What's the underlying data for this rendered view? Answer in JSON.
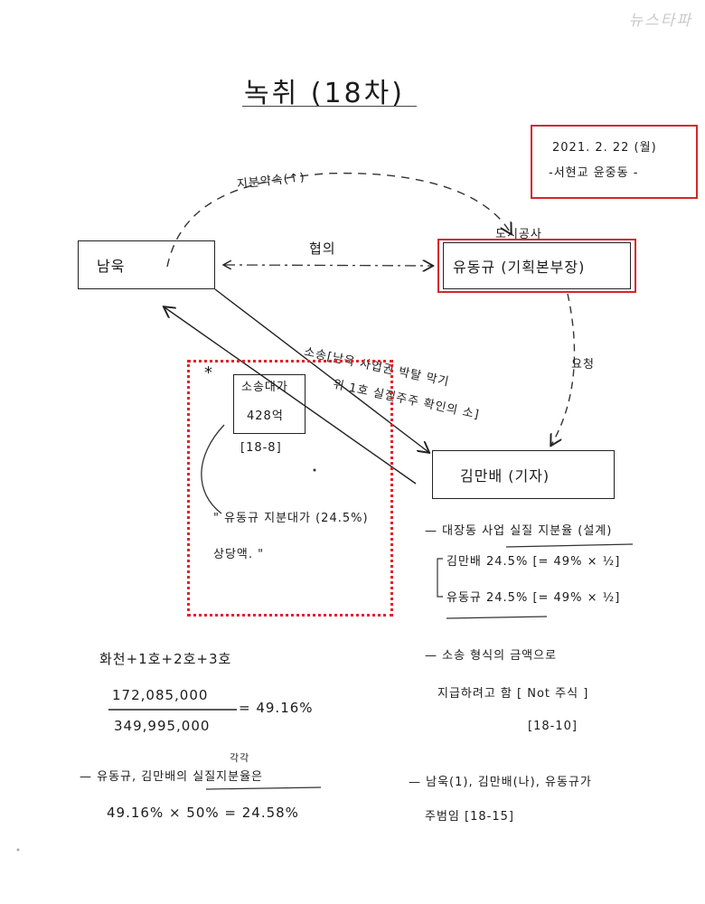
{
  "watermark": "뉴스타파",
  "title": "녹취 (18차)",
  "date_note": {
    "line1": "2021. 2. 22 (월)",
    "line2": "-서현교 윤중동 -"
  },
  "diagram": {
    "node_nam": "남욱",
    "node_yoo": "유동규 (기획본부장)",
    "node_kim": "김만배 (기자)",
    "dashed_arc_label": "지분약속(↑)",
    "arrow_label_hyupui": "협의",
    "arrow_label_dosin": "도시공사",
    "arrow_label_yocheong": "요청",
    "diagonal_label_line1": "소송[남욱 사업권 박탈 막기",
    "diagonal_label_line2": "위 1호 실질주주 확인의 소]",
    "star": "*",
    "inner_box_line1": "소송대가",
    "inner_box_line2": "428억",
    "inner_ref": "[18-8]",
    "quote_line1": "\" 유동규 지분대가 (24.5%)",
    "quote_line2": "상당액. \""
  },
  "right_notes": {
    "share_title": "— 대장동 사업 실질 지분율 (설계)",
    "kim_share": "김만배 24.5% [= 49% × ½]",
    "yoo_share": "유동규 24.5% [= 49% × ½]",
    "lawsuit_line1": "— 소송 형식의 금액으로",
    "lawsuit_line2": "지급하려고 함 [ Not 주식 ]",
    "lawsuit_ref": "[18-10]",
    "accomplice_line1": "— 남욱(1), 김만배(나), 유동규가",
    "accomplice_line2": "주범임 [18-15]"
  },
  "left_calc": {
    "heading": "화천+1호+2호+3호",
    "numerator": "172,085,000",
    "denominator": "349,995,000",
    "result": "= 49.16%",
    "superscript": "각각",
    "share_line": "— 유동규, 김만배의 실질지분율은",
    "share_calc": "49.16% × 50% = 24.58%"
  }
}
